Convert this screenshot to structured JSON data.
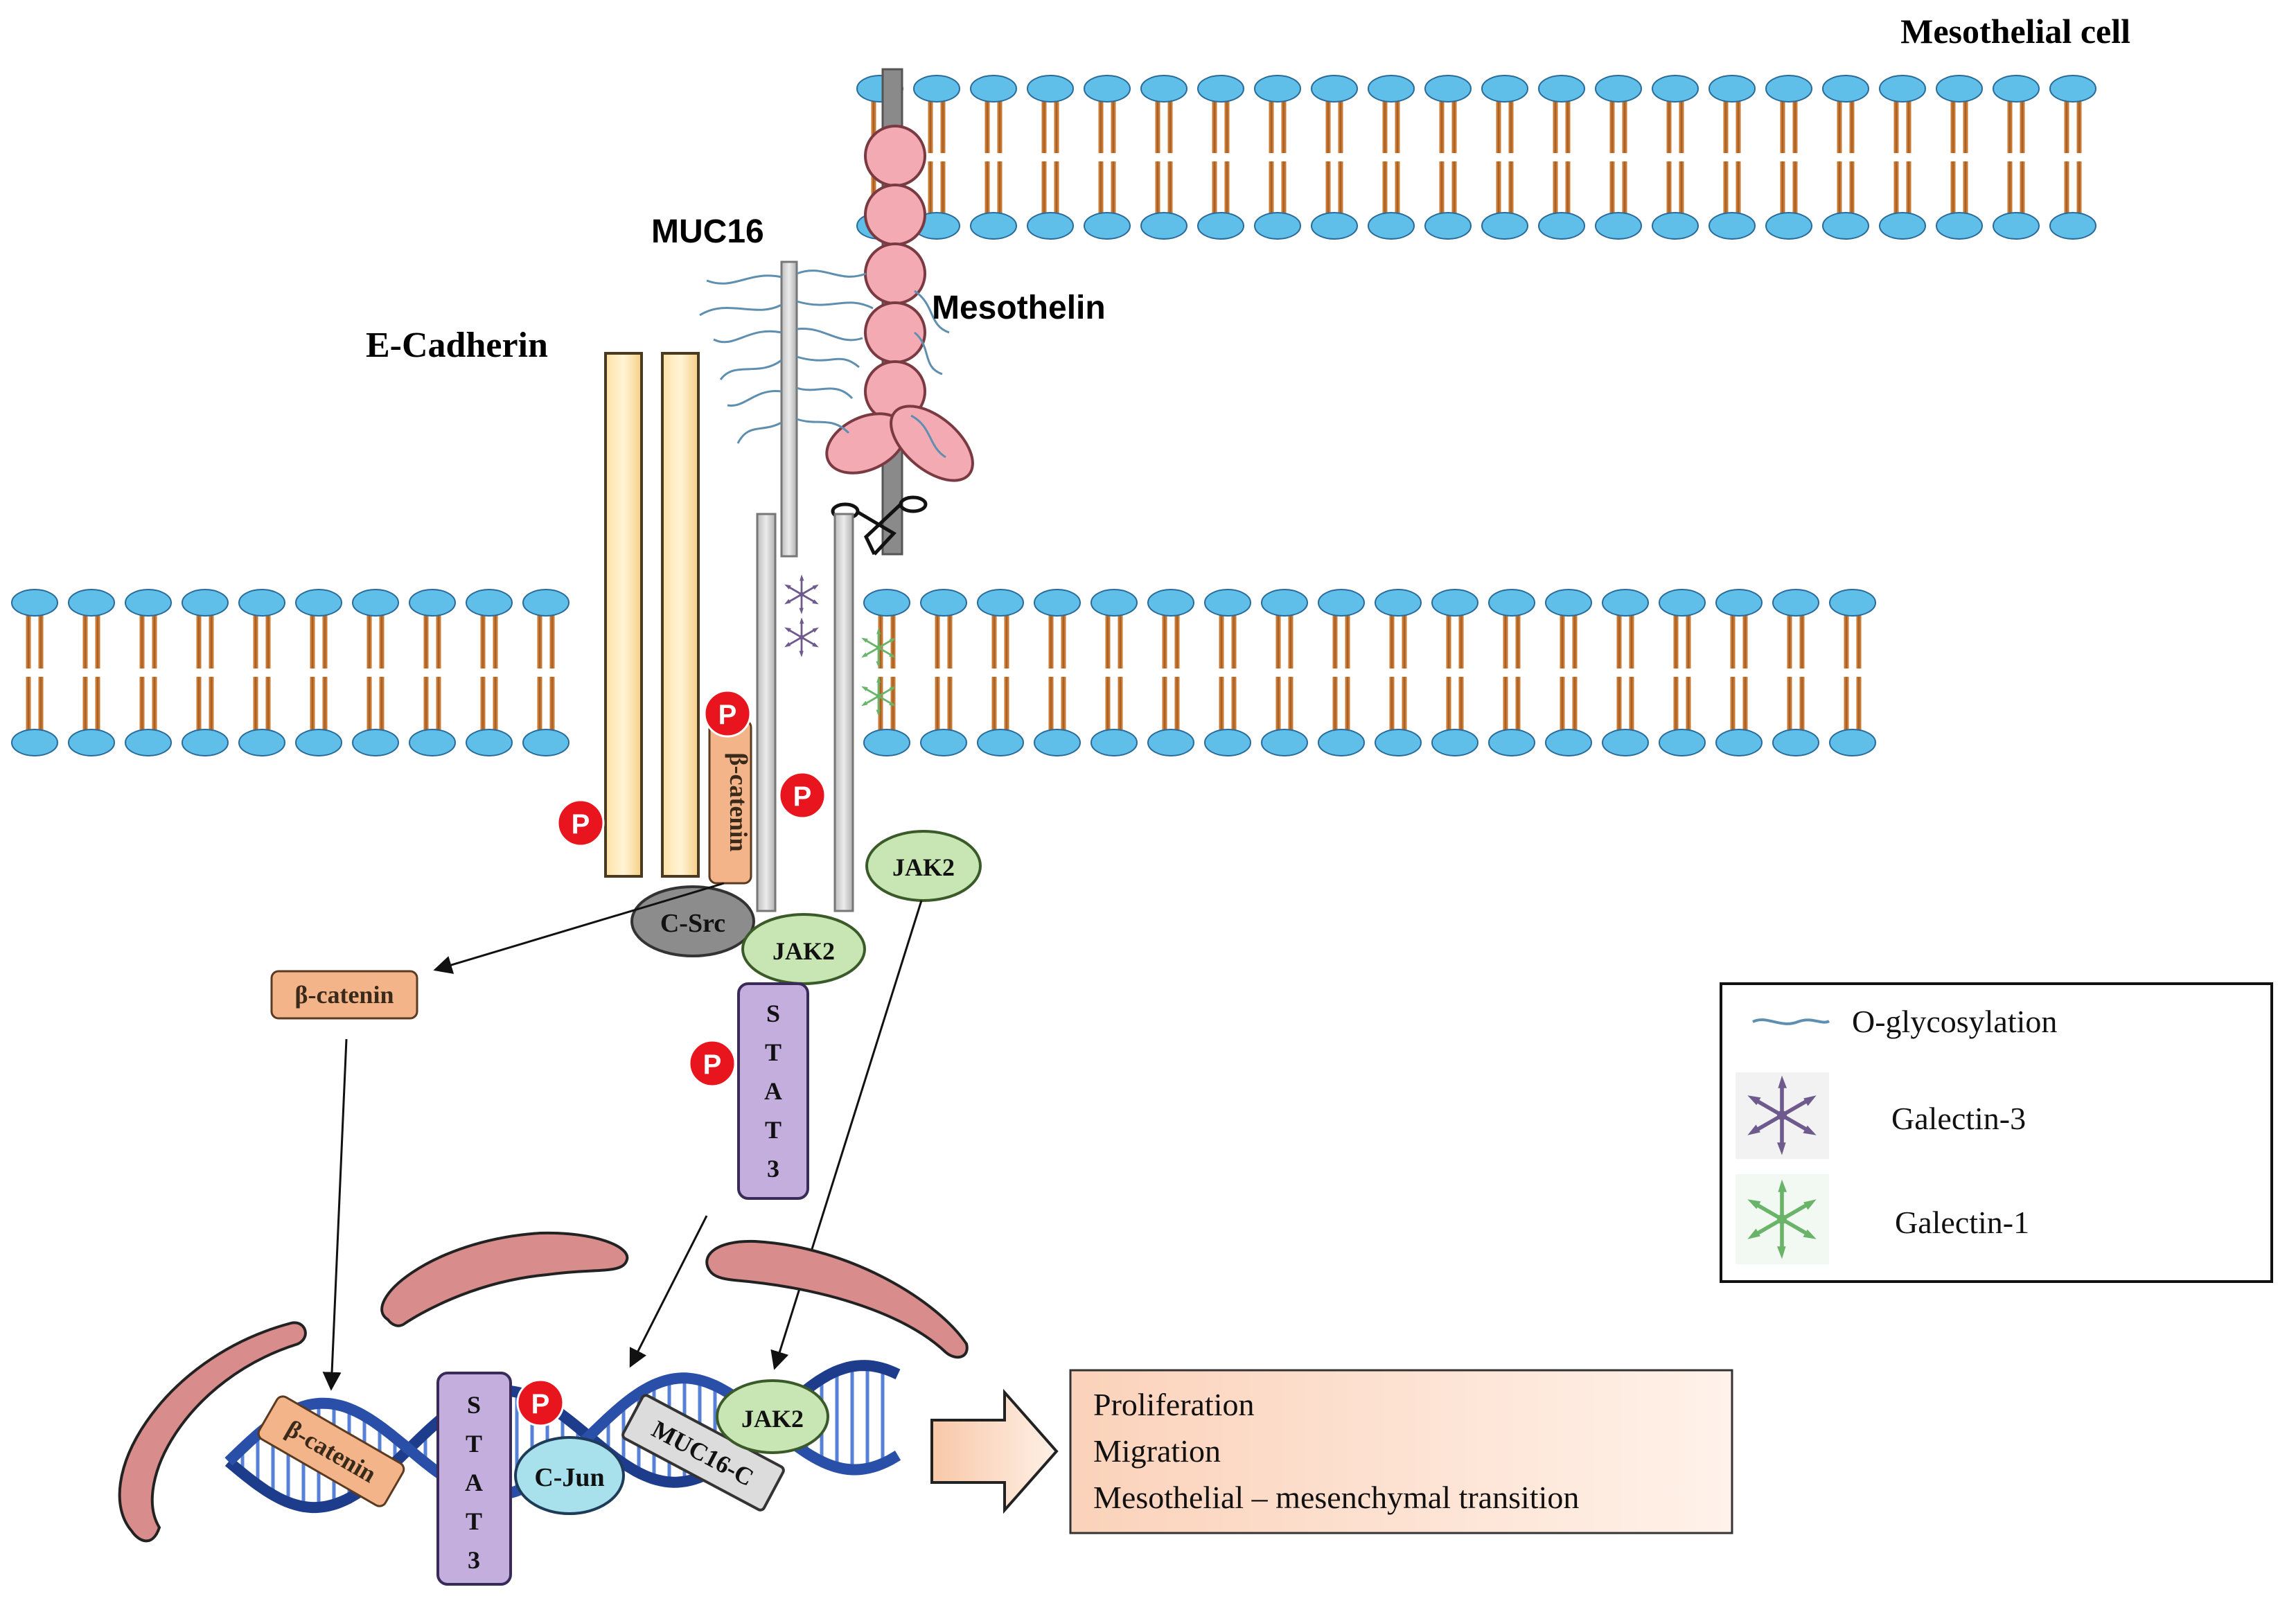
{
  "labels": {
    "mesothelial_cell": "Mesothelial cell",
    "muc16": "MUC16",
    "mesothelin": "Mesothelin",
    "e_cadherin": "E-Cadherin"
  },
  "proteins": {
    "beta_catenin_membrane": "β-catenin",
    "beta_catenin_cytoplasm": "β-catenin",
    "beta_catenin_dna": "β-catenin",
    "c_src": "C-Src",
    "jak2_membrane": "JAK2",
    "jak2_cytoplasm": "JAK2",
    "jak2_dna": "JAK2",
    "stat3_letters": [
      "S",
      "T",
      "A",
      "T",
      "3"
    ],
    "c_jun": "C-Jun",
    "muc16_c": "MUC16-C",
    "phospho": "P"
  },
  "outcomes": [
    "Proliferation",
    "Migration",
    "Mesothelial – mesenchymal transition"
  ],
  "legend": {
    "items": [
      {
        "label": "O-glycosylation",
        "icon": "o-glycosylation-line-icon"
      },
      {
        "label": "Galectin-3",
        "icon": "galectin-3-icon"
      },
      {
        "label": "Galectin-1",
        "icon": "galectin-1-icon"
      }
    ]
  },
  "colors": {
    "lipid_head": "#5fbfe8",
    "lipid_tail": "#c87832",
    "phospho": "#e8141e",
    "beta_catenin": "#f4b48a",
    "jak2": "#c8e6b4",
    "stat3": "#c4aede",
    "c_src": "#8c8c8c",
    "c_jun": "#a8e0ec",
    "muc16_c": "#dcdcdc",
    "mesothelin": "#f0a0aa",
    "e_cadherin": "#ffe6b0",
    "nuclear_envelope": "#d88c8c",
    "dna": "#1e3c8c",
    "outcome_box": "#fcdcc8",
    "galectin_3": "#6e5a8c",
    "galectin_1": "#6ab46a"
  }
}
